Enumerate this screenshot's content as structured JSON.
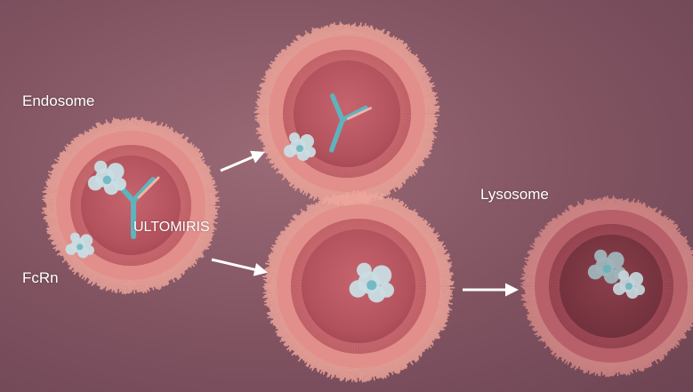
{
  "labels": {
    "endosome": "Endosome",
    "fcrn": "FcRn",
    "ultomiris": "ULTOMIRIS",
    "lysosome": "Lysosome"
  },
  "colors": {
    "background": "#7e4f5e",
    "membrane_outer": "#f0a79c",
    "membrane_inner": "#c96a70",
    "lumen": "#b95661",
    "lumen_lysosome": "#8a3d48",
    "antibody": "#5fb3bd",
    "antibody_accent": "#f3b3a8",
    "protein": "#c9dde3",
    "arrow": "#ffffff"
  }
}
